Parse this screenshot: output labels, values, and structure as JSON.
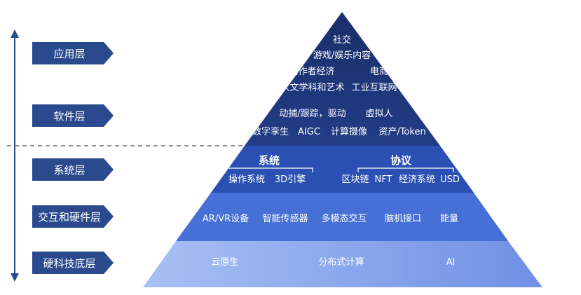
{
  "layers": [
    {
      "label": "应用层",
      "items": [
        "社交",
        "游戏/娱乐内容",
        "创作者经济",
        "电商",
        "人文学科和艺术",
        "工业互联网"
      ]
    },
    {
      "label": "软件层",
      "items": [
        "动捕/跟踪，驱动",
        "虚拟人",
        "数字孪生",
        "AIGC",
        "计算摄像",
        "资产/Token"
      ]
    },
    {
      "label": "系统层",
      "groups": [
        {
          "title": "系统",
          "items": [
            "操作系统",
            "3D引擎"
          ]
        },
        {
          "title": "协议",
          "items": [
            "区块链",
            "NFT",
            "经济系统",
            "USD"
          ]
        }
      ]
    },
    {
      "label": "交互和硬件层",
      "items": [
        "AR/VR设备",
        "智能传感器",
        "多模态交互",
        "脑机接口",
        "能量"
      ]
    },
    {
      "label": "硬科技底层",
      "items": [
        "云原生",
        "分布式计算",
        "AI"
      ]
    }
  ],
  "colors": {
    "label_bg": "#2b4a8e",
    "arrow": "#2b4a8e",
    "tier_top": "#19306b",
    "tier_system": "#2a50b3",
    "tier_hardware": "#4770d6",
    "tier_bottom": "#8aa8ee"
  }
}
